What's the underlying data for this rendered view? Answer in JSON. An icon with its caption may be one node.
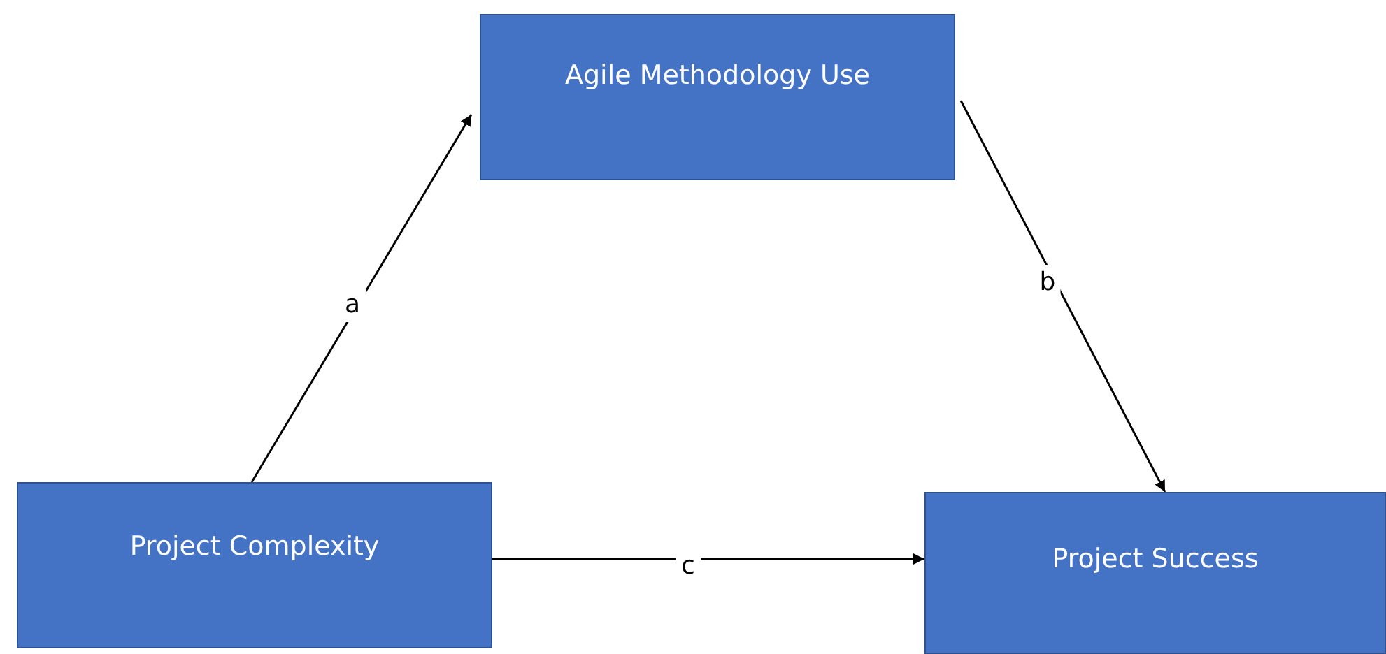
{
  "diagram": {
    "nodes": [
      {
        "text": [
          "Agile Methodology Use"
        ]
      },
      {
        "text": [
          "Project Complexity"
        ]
      },
      {
        "text": [
          "Project Success"
        ]
      }
    ],
    "edges": [
      {
        "from": 1,
        "to": 0,
        "arrow": "to",
        "label": "a"
      },
      {
        "from": 0,
        "to": 2,
        "arrow": "to",
        "label": "b"
      },
      {
        "from": 1,
        "to": 2,
        "arrow": "to",
        "label": "c"
      }
    ]
  }
}
